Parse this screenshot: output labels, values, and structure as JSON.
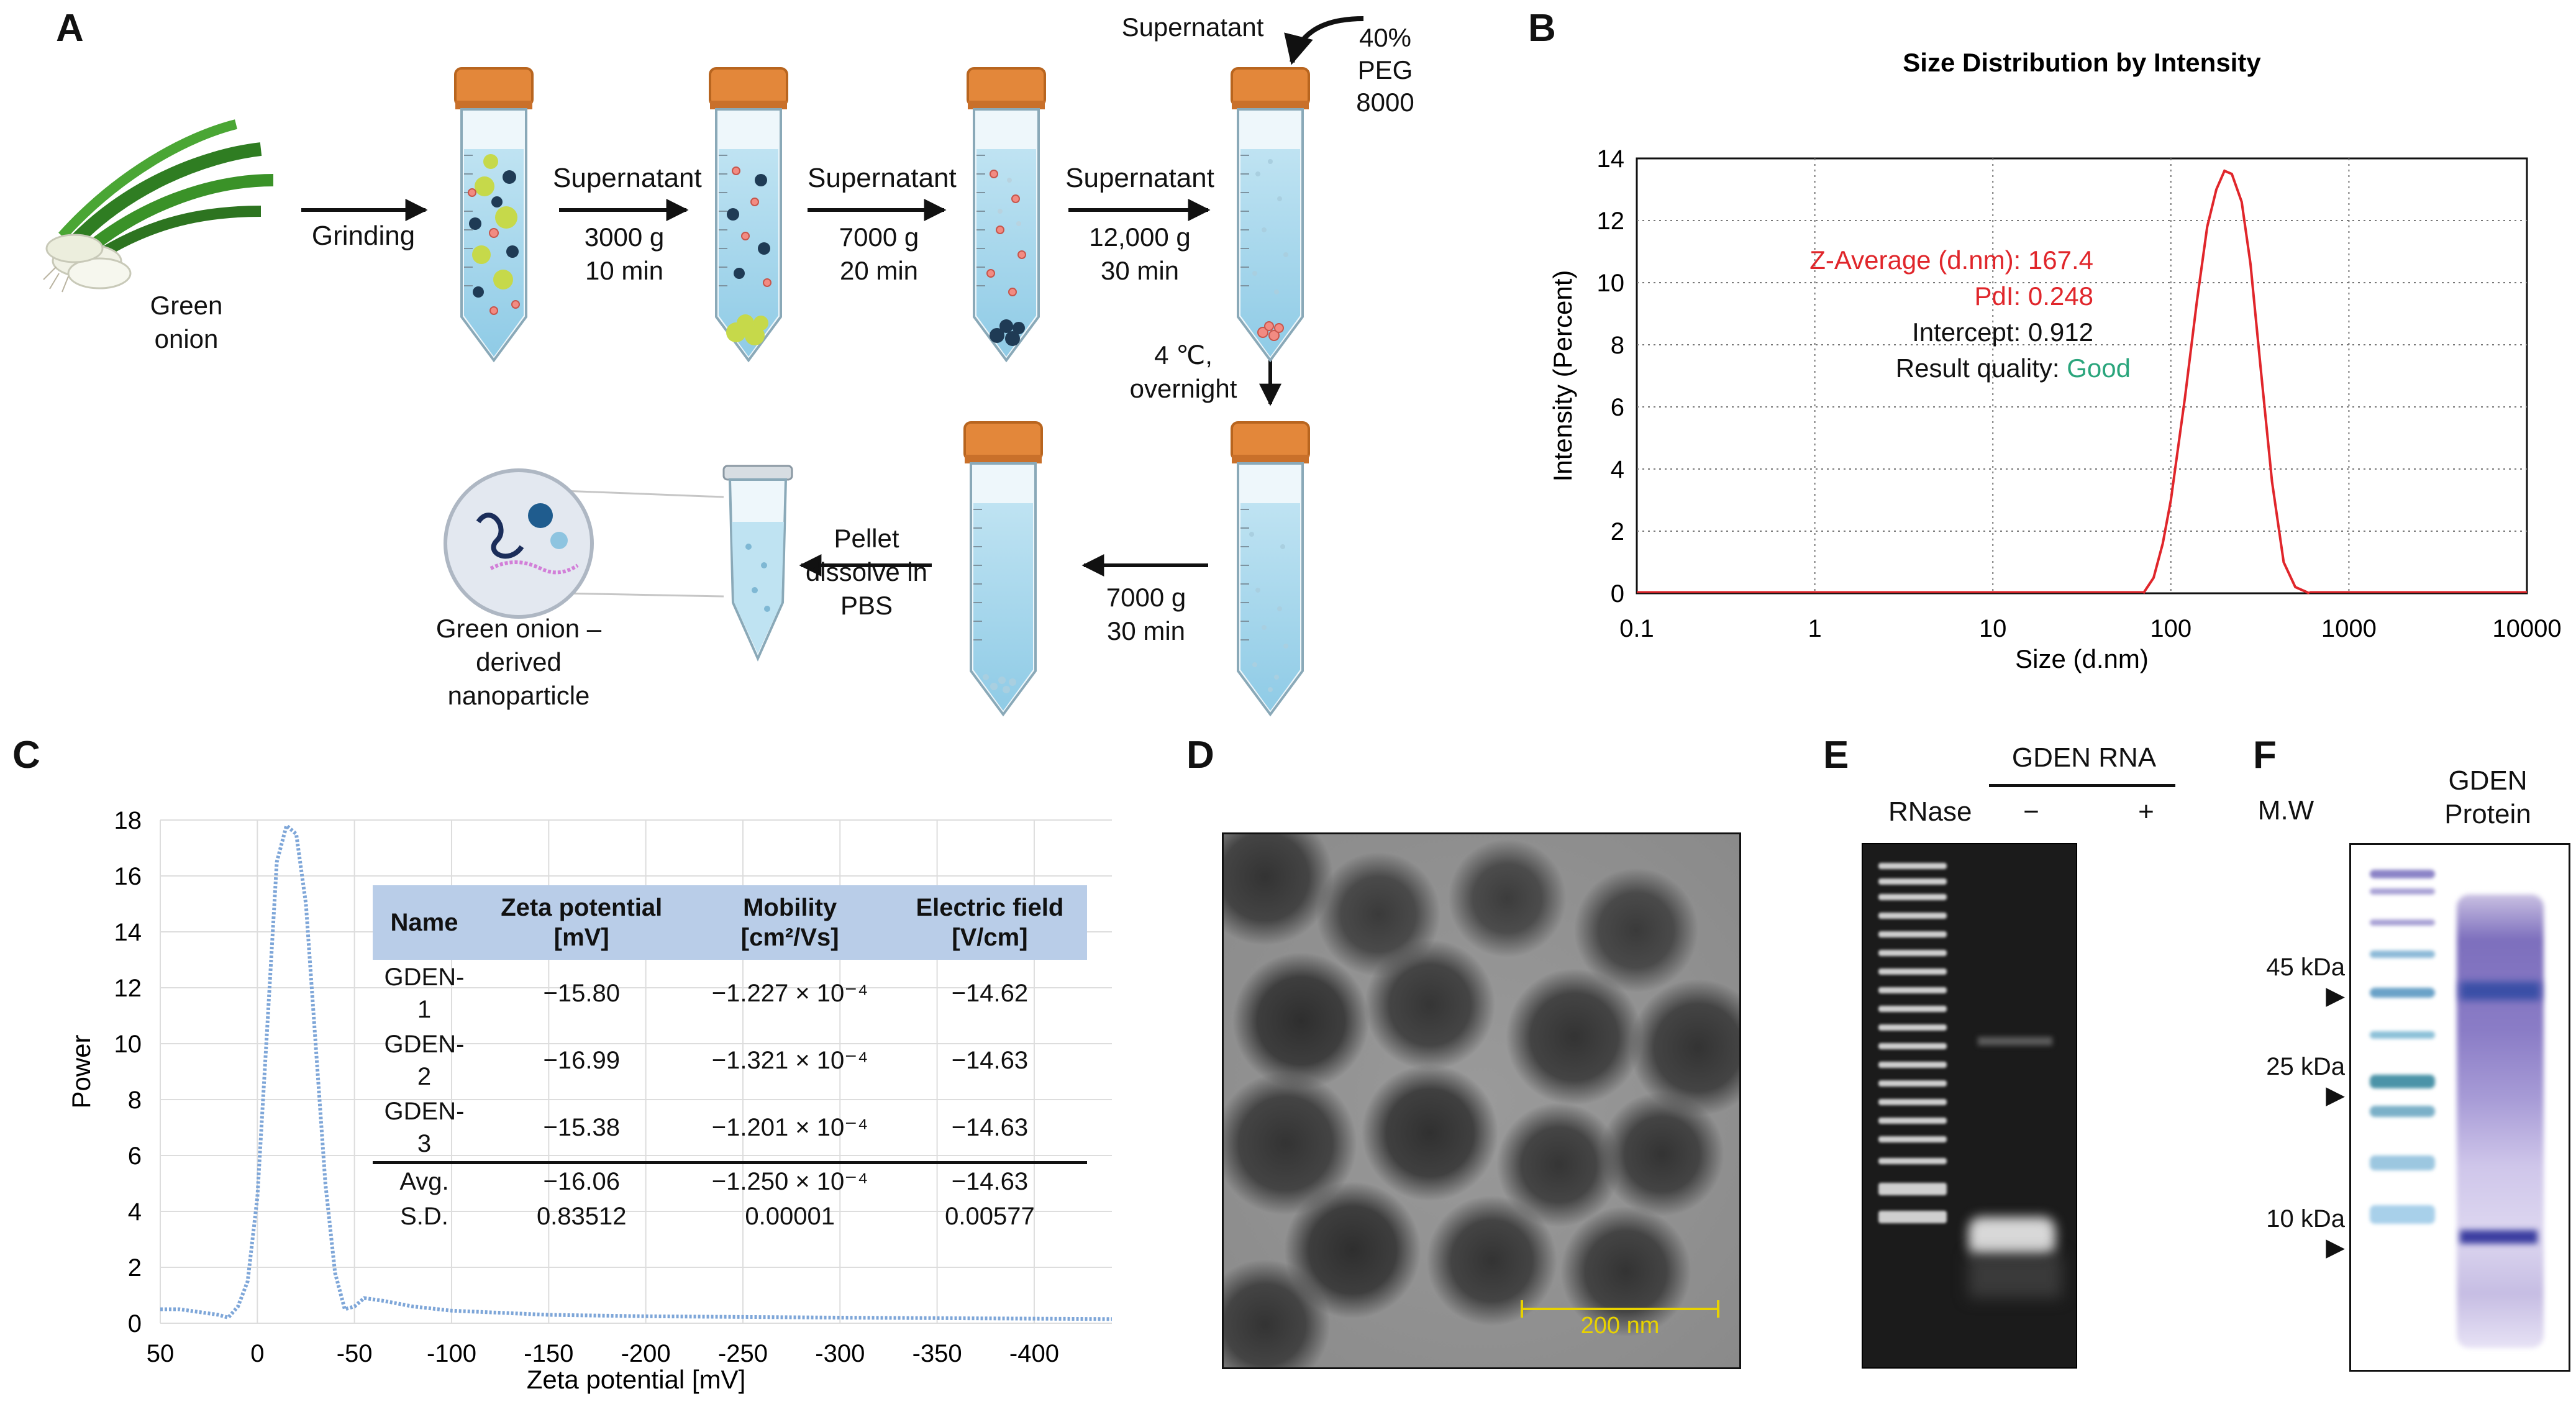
{
  "panels": {
    "a": "A",
    "b": "B",
    "c": "C",
    "d": "D",
    "e": "E",
    "f": "F"
  },
  "panel_a": {
    "source_label": "Green\nonion",
    "grinding": "Grinding",
    "supernatant_1": "Supernatant",
    "spin_1": "3000 g\n10 min",
    "supernatant_2": "Supernatant",
    "spin_2": "7000 g\n20 min",
    "supernatant_3": "Supernatant",
    "spin_3": "12,000 g\n30 min",
    "supernatant_top": "Supernatant",
    "peg": "40%\nPEG\n8000",
    "incubation": "4 ℃,\novernight",
    "spin_4": "7000 g\n30 min",
    "pellet": "Pellet\ndissolve in\nPBS",
    "product_label": "Green onion –\nderived\nnanoparticle"
  },
  "panel_b": {
    "annotations": {
      "z_average_label": "Z-Average (d.nm):",
      "z_average_value": "167.4",
      "pdi_label": "PdI:",
      "pdi_value": "0.248",
      "intercept_label": "Intercept:",
      "intercept_value": "0.912",
      "quality_label": "Result quality:",
      "quality_value": "Good"
    },
    "colors": {
      "red": "#e0262b",
      "green": "#2aa57c"
    }
  },
  "panel_c": {
    "table": {
      "headers": [
        "Name",
        "Zeta potential\n[mV]",
        "Mobility\n[cm²/Vs]",
        "Electric field\n[V/cm]"
      ],
      "rows": [
        [
          "GDEN-1",
          "−15.80",
          "−1.227 × 10⁻⁴",
          "−14.62"
        ],
        [
          "GDEN-2",
          "−16.99",
          "−1.321 × 10⁻⁴",
          "−14.63"
        ],
        [
          "GDEN-3",
          "−15.38",
          "−1.201 × 10⁻⁴",
          "−14.63"
        ],
        [
          "Avg.",
          "−16.06",
          "−1.250 × 10⁻⁴",
          "−14.63"
        ],
        [
          "S.D.",
          "0.83512",
          "0.00001",
          "0.00577"
        ]
      ]
    },
    "colors": {
      "line": "#7ea6d8",
      "header": "#b9cde8"
    }
  },
  "panel_d": {
    "scale_bar": "200 nm",
    "scale_color": "#e8d200"
  },
  "panel_e": {
    "title": "GDEN RNA",
    "rnase_label": "RNase",
    "minus": "−",
    "plus": "+"
  },
  "panel_f": {
    "mw_label": "M.W",
    "lane_label": "GDEN\nProtein",
    "markers": [
      "45 kDa",
      "25 kDa",
      "10 kDa"
    ]
  },
  "chart_data": [
    {
      "type": "line",
      "panel": "B",
      "title": "Size Distribution by Intensity",
      "xlabel": "Size (d.nm)",
      "ylabel": "Intensity (Percent)",
      "x_scale": "log",
      "xlim": [
        0.1,
        10000
      ],
      "ylim": [
        0,
        14
      ],
      "x_ticks": [
        "0.1",
        "1",
        "10",
        "100",
        "1000",
        "10000"
      ],
      "y_ticks": [
        "0",
        "2",
        "4",
        "6",
        "8",
        "10",
        "12",
        "14"
      ],
      "grid": true,
      "series": [
        {
          "color": "#e0262b",
          "x": [
            70,
            80,
            90,
            100,
            120,
            140,
            160,
            180,
            200,
            220,
            250,
            280,
            320,
            370,
            430,
            500,
            600
          ],
          "y": [
            0,
            0.5,
            1.6,
            3.0,
            6.3,
            9.4,
            11.8,
            13.0,
            13.6,
            13.5,
            12.6,
            10.6,
            7.2,
            3.6,
            1.0,
            0.2,
            0
          ]
        }
      ]
    },
    {
      "type": "line",
      "panel": "C",
      "xlabel": "Zeta potential [mV]",
      "ylabel": "Power",
      "xlim": [
        50,
        -440
      ],
      "ylim": [
        0,
        18
      ],
      "x_ticks": [
        "50",
        "0",
        "-50",
        "-100",
        "-150",
        "-200",
        "-250",
        "-300",
        "-350",
        "-400"
      ],
      "y_ticks": [
        "0",
        "2",
        "4",
        "6",
        "8",
        "10",
        "12",
        "14",
        "16",
        "18"
      ],
      "grid": true,
      "series": [
        {
          "color": "#7ea6d8",
          "x": [
            50,
            40,
            30,
            20,
            15,
            10,
            5,
            0,
            -5,
            -10,
            -15,
            -20,
            -25,
            -30,
            -35,
            -40,
            -45,
            -50,
            -55,
            -65,
            -80,
            -100,
            -150,
            -200,
            -300,
            -440
          ],
          "y": [
            0.5,
            0.5,
            0.4,
            0.3,
            0.2,
            0.6,
            1.5,
            4.5,
            10.5,
            16.5,
            17.8,
            17.5,
            15.0,
            10.0,
            5.0,
            1.8,
            0.5,
            0.6,
            0.9,
            0.8,
            0.6,
            0.45,
            0.3,
            0.25,
            0.2,
            0.15
          ]
        }
      ]
    }
  ]
}
